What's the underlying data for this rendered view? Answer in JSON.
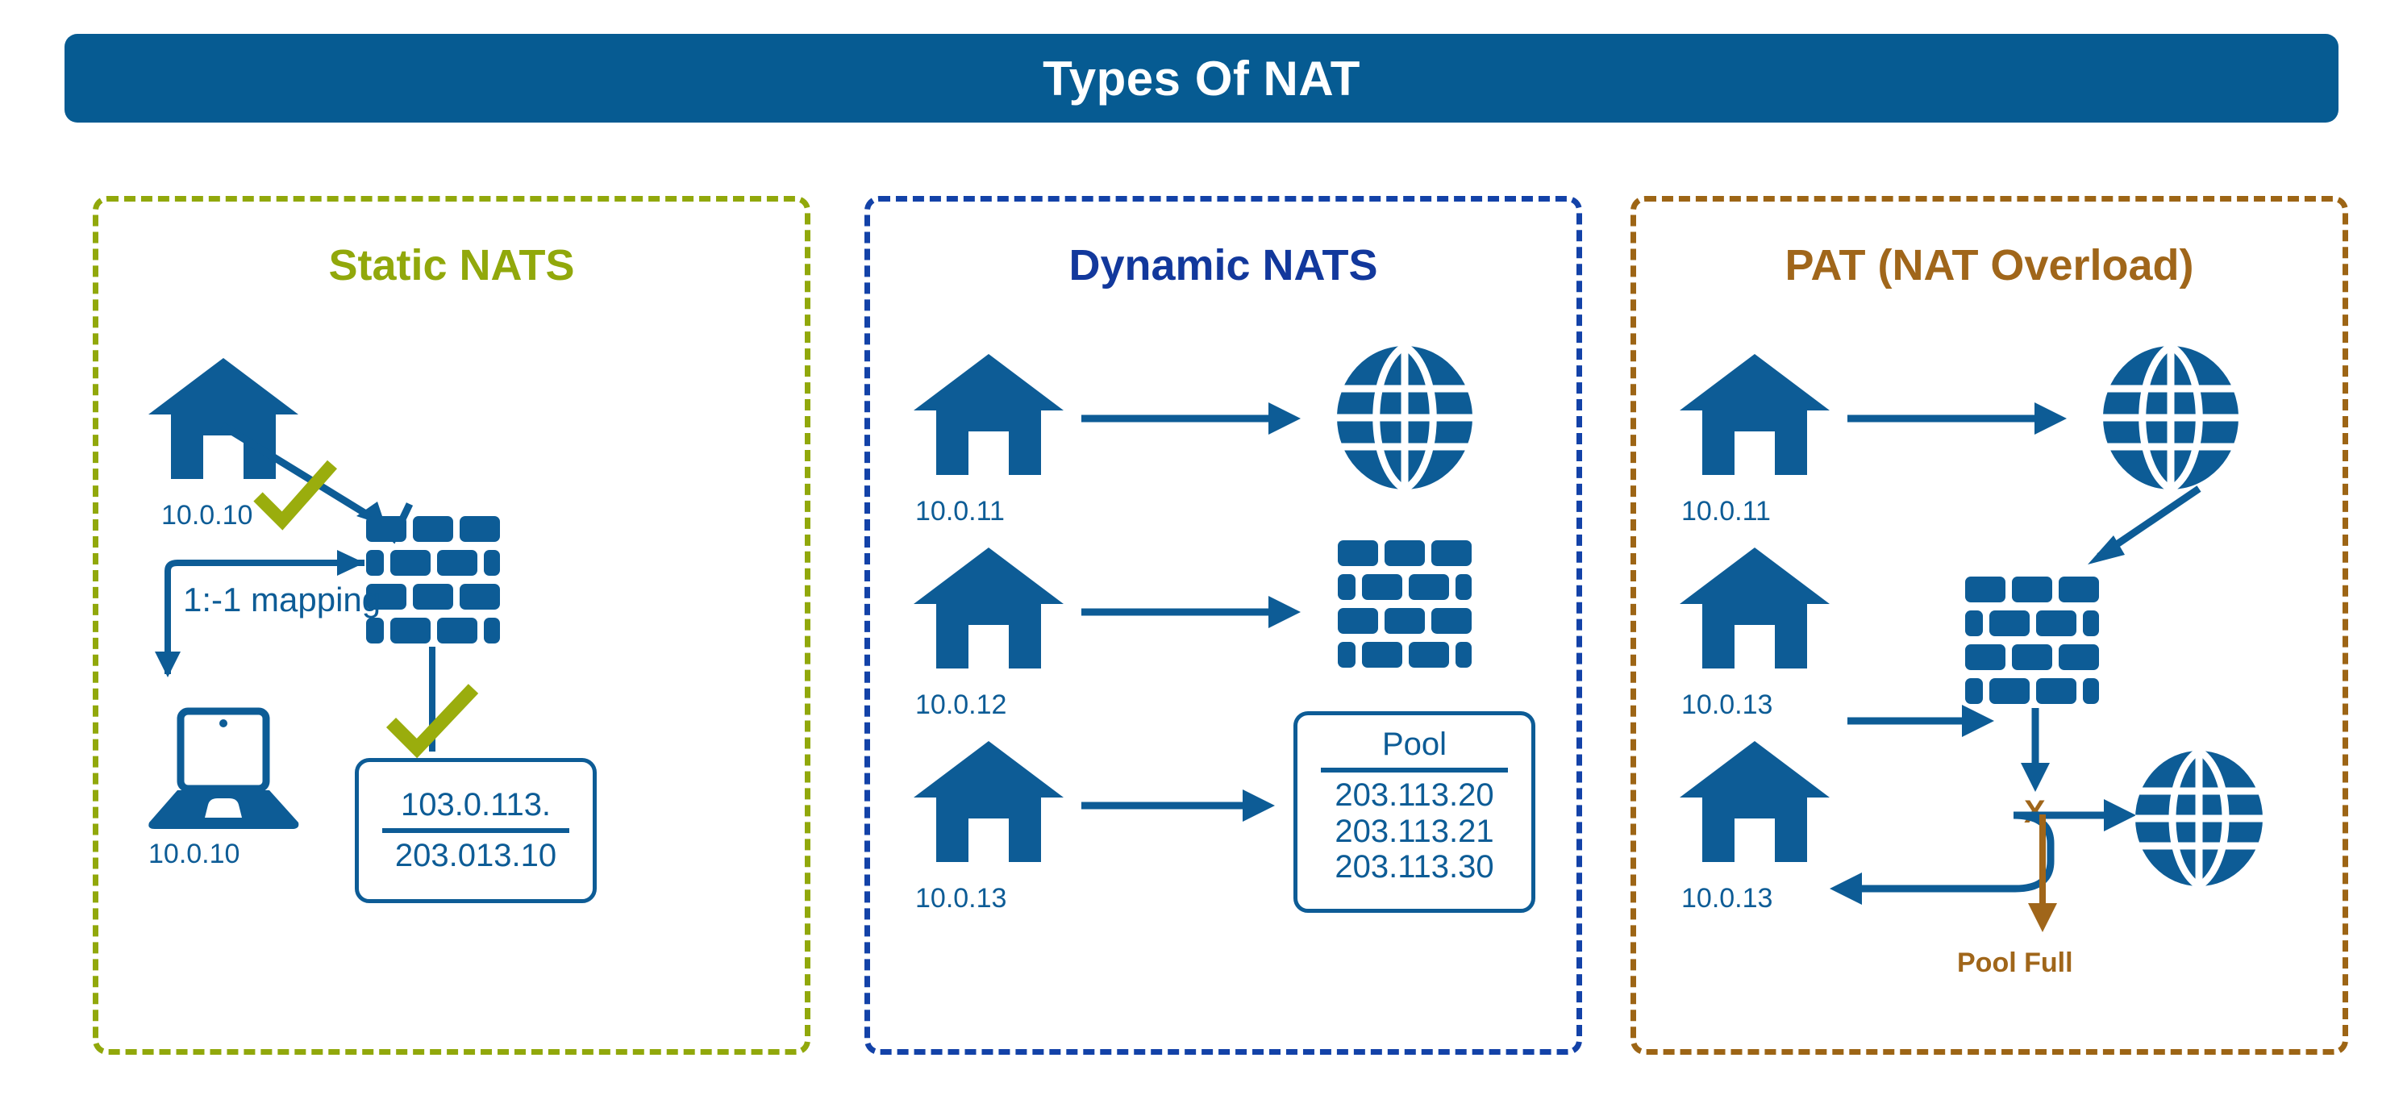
{
  "header": {
    "title": "Types Of NAT",
    "background_color": "#065b92",
    "text_color": "#ffffff"
  },
  "colors": {
    "brand_blue": "#0d5c96",
    "banner_blue": "#065b92",
    "static_green": "#91a80b",
    "dynamic_blue": "#12389c",
    "pat_brown": "#a0661a",
    "check_green": "#9aad0d"
  },
  "panels": [
    {
      "id": "static",
      "heading": "Static NATS",
      "border_color": "#91a80b",
      "heading_color": "#91a80b",
      "nodes": [
        {
          "name": "house",
          "icon": "house-icon",
          "label": "10.0.10"
        },
        {
          "name": "laptop",
          "icon": "laptop-icon",
          "label": "10.0.10"
        },
        {
          "name": "firewall",
          "icon": "firewall-brick-icon",
          "label": ""
        }
      ],
      "mapping_label": "1:-1 mapping",
      "address_box": {
        "top": "103.0.113.",
        "bottom": "203.013.10"
      },
      "checkmarks": 2
    },
    {
      "id": "dynamic",
      "heading": "Dynamic NATS",
      "border_color": "#1342a8",
      "heading_color": "#12389c",
      "rows": [
        {
          "source_label": "10.0.11",
          "target_icon": "globe-icon"
        },
        {
          "source_label": "10.0.12",
          "target_icon": "firewall-brick-icon"
        },
        {
          "source_label": "10.0.13",
          "target_icon": "pool-box"
        }
      ],
      "pool_box": {
        "title": "Pool",
        "addresses": [
          "203.113.20",
          "203.113.21",
          "203.113.30"
        ]
      }
    },
    {
      "id": "pat",
      "heading": "PAT (NAT Overload)",
      "border_color": "#9d6515",
      "heading_color": "#a0661a",
      "nodes": [
        {
          "name": "house-top",
          "icon": "house-icon",
          "label": "10.0.11"
        },
        {
          "name": "house-middle",
          "icon": "house-icon",
          "label": "10.0.13"
        },
        {
          "name": "house-bottom",
          "icon": "house-icon",
          "label": "10.0.13"
        },
        {
          "name": "globe-top",
          "icon": "globe-icon",
          "label": ""
        },
        {
          "name": "firewall",
          "icon": "firewall-brick-icon",
          "label": ""
        },
        {
          "name": "globe-bottom",
          "icon": "globe-icon",
          "label": ""
        }
      ],
      "blocked_marker": "X",
      "status_label": "Pool Full"
    }
  ]
}
